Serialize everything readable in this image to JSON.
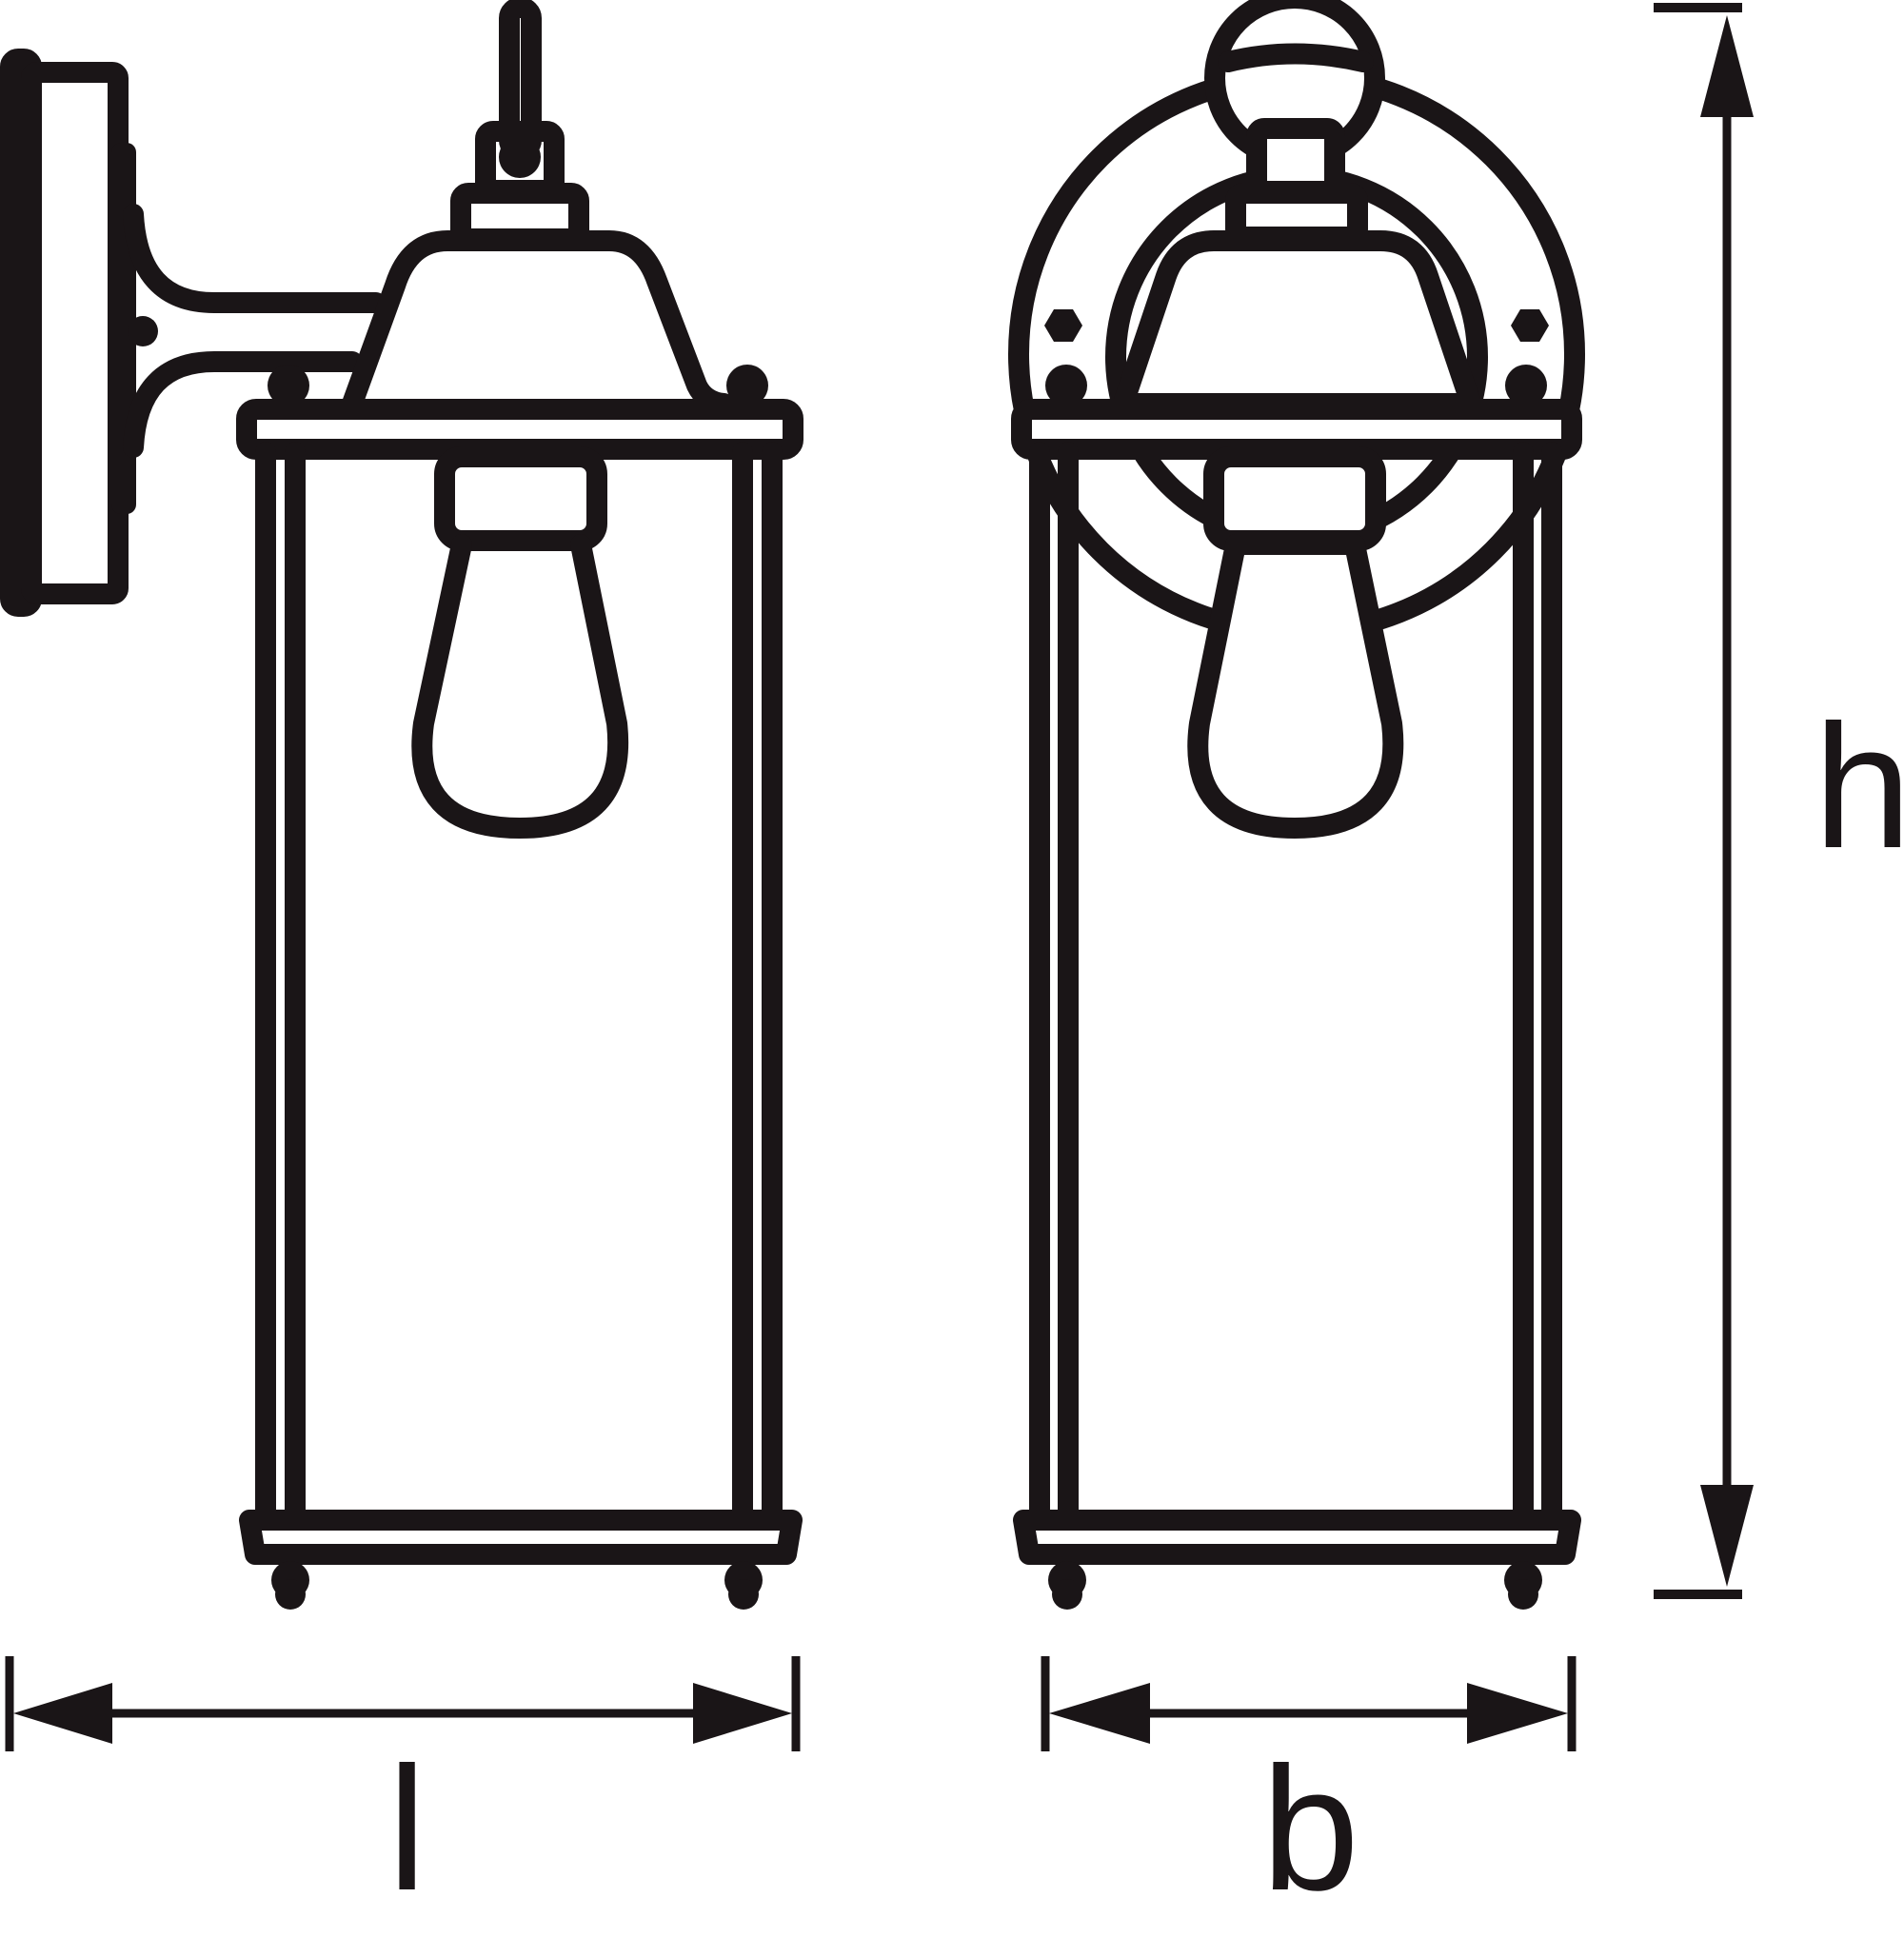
{
  "diagram": {
    "type": "technical dimension drawing",
    "subject": "outdoor wall lantern",
    "views": [
      {
        "name": "side view",
        "dimension_label": "l"
      },
      {
        "name": "front view",
        "dimension_label": "b"
      }
    ],
    "dimensions": {
      "length_label": "l",
      "width_label": "b",
      "height_label": "h"
    },
    "colors": {
      "line": "#1a1517",
      "background": "#ffffff"
    }
  }
}
